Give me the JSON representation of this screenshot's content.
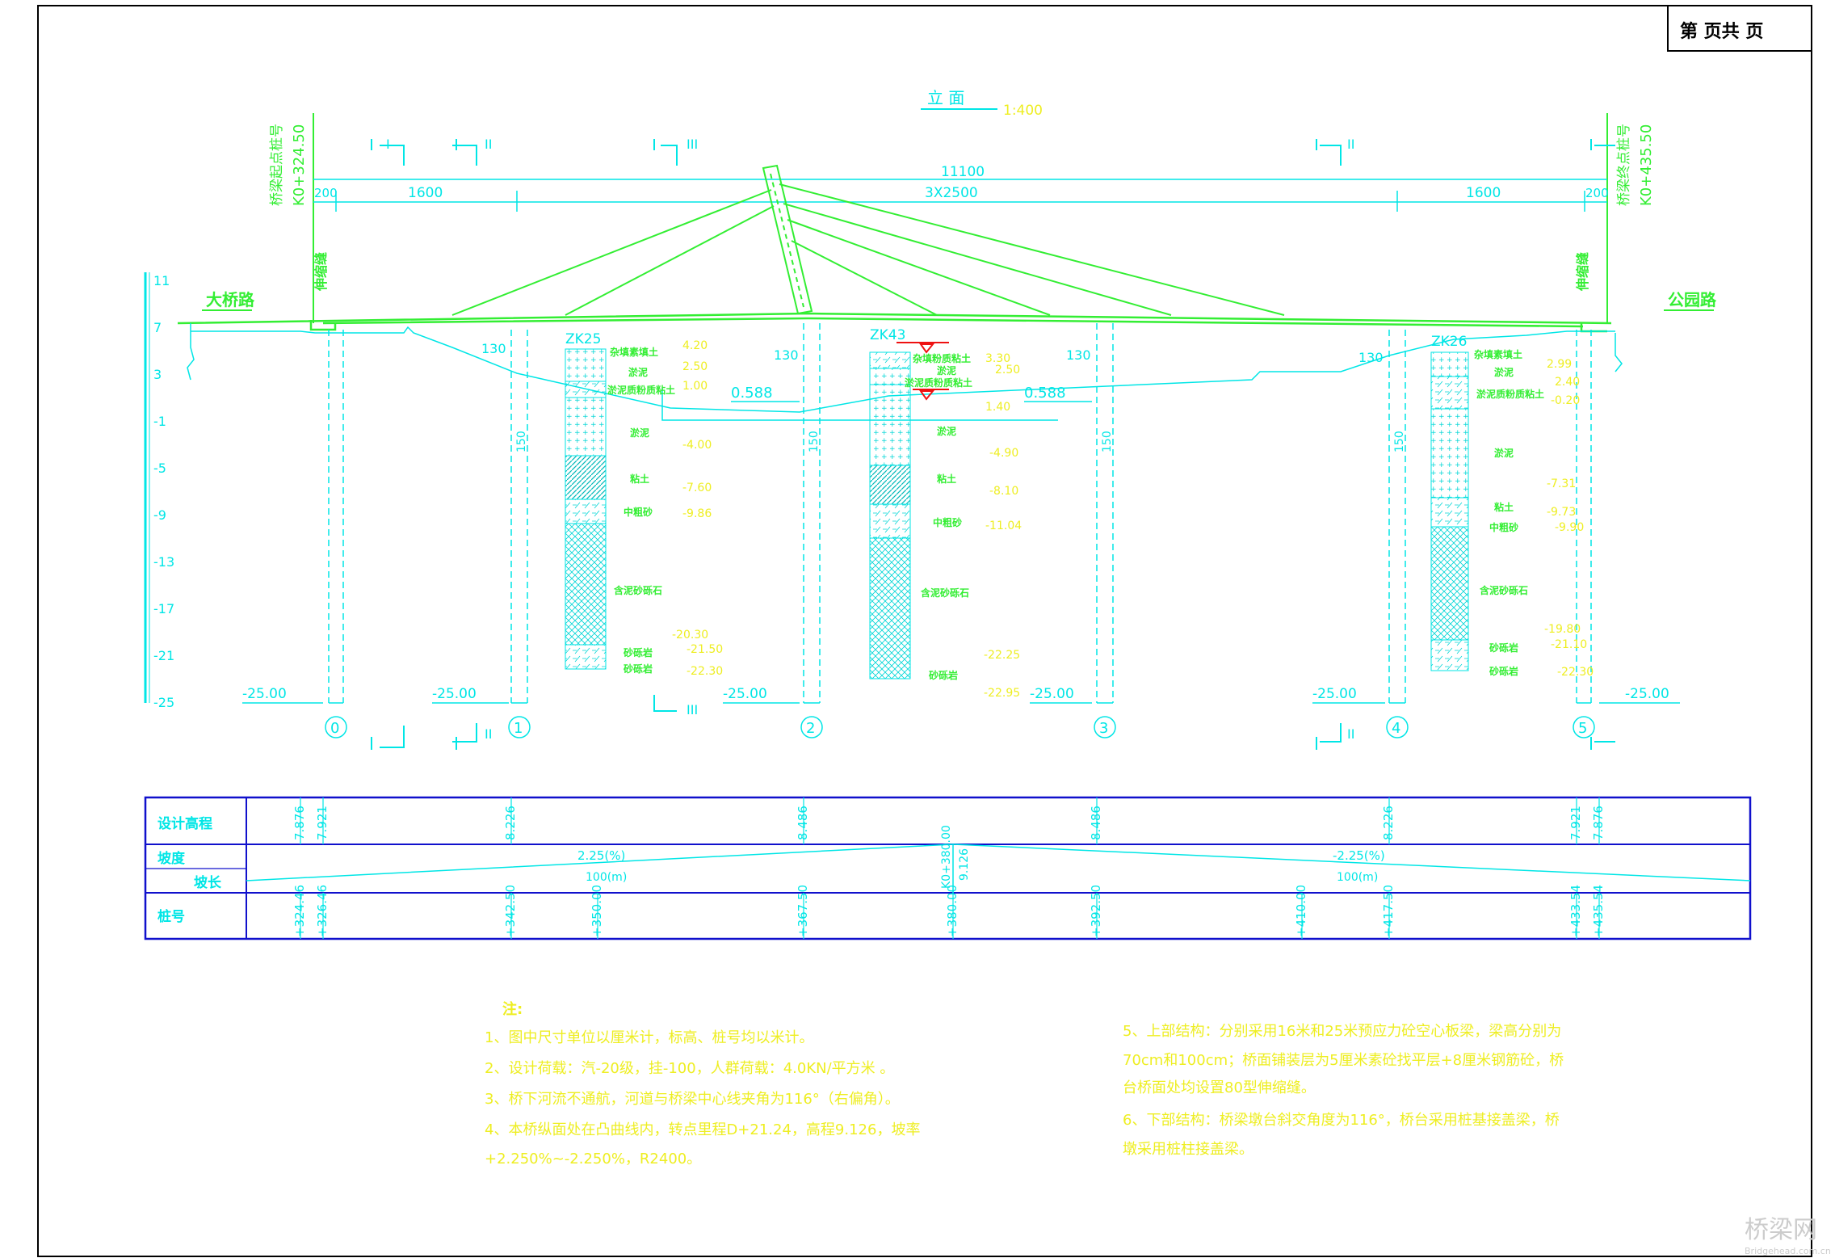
{
  "header": {
    "page_label": "第    页共    页"
  },
  "title": {
    "text": "立    面",
    "scale": "1:400"
  },
  "stations": {
    "start_label": "桥梁起点桩号",
    "start_value": "K0+324.50",
    "end_label": "桥梁终点桩号",
    "end_value": "K0+435.50"
  },
  "dimensions": {
    "total": "11100",
    "d200": "200",
    "d1600": "1600",
    "middle": "3X2500",
    "d130": "130",
    "d150": "150",
    "slope_val": "0.588"
  },
  "section_marks": {
    "I": "I",
    "II": "II",
    "III": "III"
  },
  "roads": {
    "left": "大桥路",
    "right": "公园路",
    "joint": "伸缩缝"
  },
  "elev_scale": [
    "11",
    "7",
    "3",
    "-1",
    "-5",
    "-9",
    "-13",
    "-17",
    "-21",
    "-25"
  ],
  "pile_tip": "-25.00",
  "piers": [
    "0",
    "1",
    "2",
    "3",
    "4",
    "5"
  ],
  "boreholes": [
    {
      "id": "ZK25",
      "layers": [
        "杂填素填土",
        "淤泥",
        "淤泥质粉质粘土",
        "淤泥",
        "粘土",
        "中粗砂",
        "含泥砂砾石",
        "砂砾岩",
        "砂砾岩"
      ],
      "depths": [
        "4.20",
        "2.50",
        "1.00",
        "-4.00",
        "-7.60",
        "-9.86",
        "-20.30",
        "-21.50",
        "-22.30"
      ]
    },
    {
      "id": "ZK43",
      "layers": [
        "杂填粉质粘土",
        "淤泥",
        "淤泥质粉质粘土",
        "淤泥",
        "粘土",
        "中粗砂",
        "含泥砂砾石",
        "砂砾岩"
      ],
      "depths": [
        "3.30",
        "2.50",
        "1.40",
        "-4.90",
        "-8.10",
        "-11.04",
        "-22.25",
        "-22.95"
      ]
    },
    {
      "id": "ZK26",
      "layers": [
        "杂填素填土",
        "淤泥",
        "淤泥质粉质粘土",
        "淤泥",
        "粘土",
        "中粗砂",
        "含泥砂砾石",
        "砂砾岩",
        "砂砾岩"
      ],
      "depths": [
        "2.99",
        "2.40",
        "-0.20",
        "-7.31",
        "-9.73",
        "-9.90",
        "-19.80",
        "-21.10",
        "-22.30"
      ]
    }
  ],
  "profile_table": {
    "row_labels": [
      "设计高程",
      "坡度",
      "坡长",
      "桩号"
    ],
    "elevations": [
      "7.876",
      "7.921",
      "8.226",
      "8.486",
      "8.486",
      "8.226",
      "7.921",
      "7.876"
    ],
    "slope_left": "2.25(%)",
    "slope_right": "-2.25(%)",
    "length_left": "100(m)",
    "length_right": "100(m)",
    "vertex_station": "K0+380.00",
    "vertex_elev": "9.126",
    "stations": [
      "+324.46",
      "+326.46",
      "+342.50",
      "+350.00",
      "+367.50",
      "+380.00",
      "+392.50",
      "+410.00",
      "+417.50",
      "+433.54",
      "+435.54"
    ]
  },
  "notes": {
    "heading": "注:",
    "items": [
      "1、图中尺寸单位以厘米计，标高、桩号均以米计。",
      "2、设计荷载：汽-20级，挂-100，人群荷载：4.0KN/平方米 。",
      "3、桥下河流不通航，河道与桥梁中心线夹角为116°（右偏角）。",
      "4、本桥纵面处在凸曲线内，转点里程D+21.24，高程9.126，坡率",
      "     +2.250%~-2.250%，R2400。",
      "5、上部结构：分别采用16米和25米预应力砼空心板梁，梁高分别为",
      "     70cm和100cm；桥面铺装层为5厘米素砼找平层+8厘米钢筋砼，桥",
      "     台桥面处均设置80型伸缩缝。",
      "6、下部结构：桥梁墩台斜交角度为116°，桥台采用桩基接盖梁，桥",
      "     墩采用桩柱接盖梁。"
    ]
  },
  "watermark": {
    "text": "桥梁网",
    "url": "Bridgehead.com.cn"
  },
  "colors": {
    "cyan": "#00e6e6",
    "green": "#33ee33",
    "yellow": "#eeee22",
    "blue": "#1010cc",
    "red": "#ee1111",
    "frame": "#000000"
  }
}
